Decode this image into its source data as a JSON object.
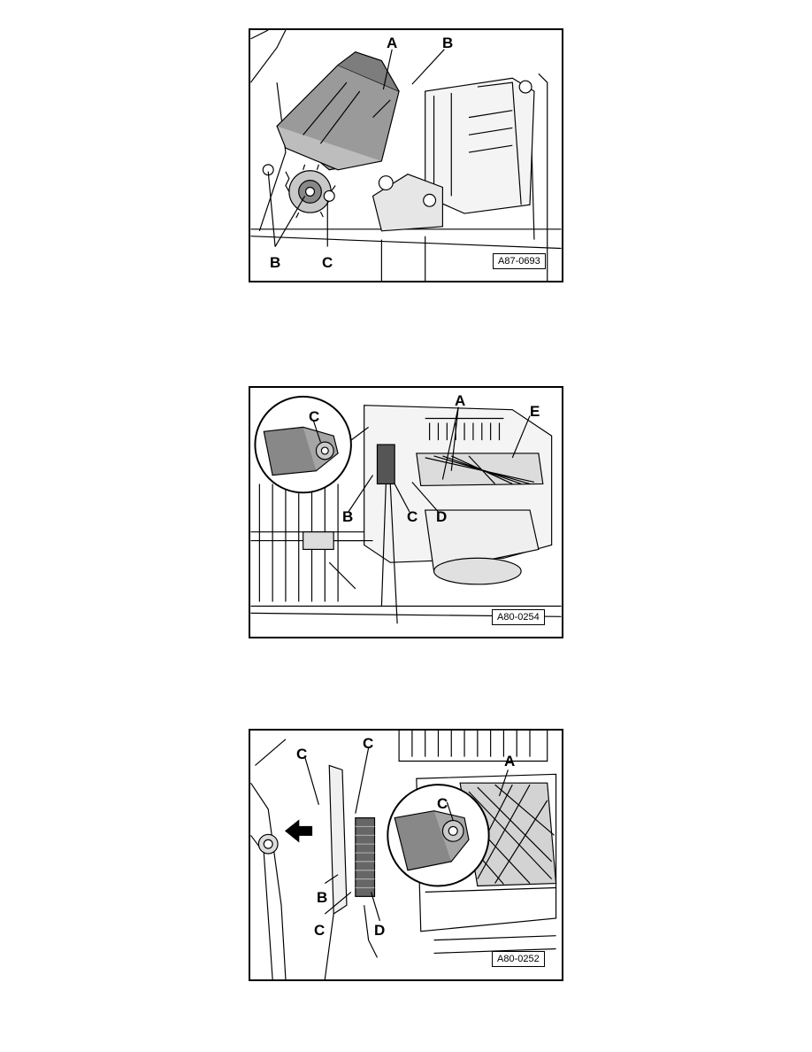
{
  "figures": [
    {
      "id_label": "A87-0693",
      "callouts": {
        "a": "A",
        "b_top": "B",
        "b_bottom": "B",
        "c": "C"
      }
    },
    {
      "id_label": "A80-0254",
      "callouts": {
        "a": "A",
        "b": "B",
        "c_inset": "C",
        "c": "C",
        "d": "D",
        "e": "E"
      }
    },
    {
      "id_label": "A80-0252",
      "callouts": {
        "a": "A",
        "b": "B",
        "c_top": "C",
        "c_left": "C",
        "c_inset": "C",
        "c_bottom": "C",
        "d": "D"
      }
    }
  ]
}
